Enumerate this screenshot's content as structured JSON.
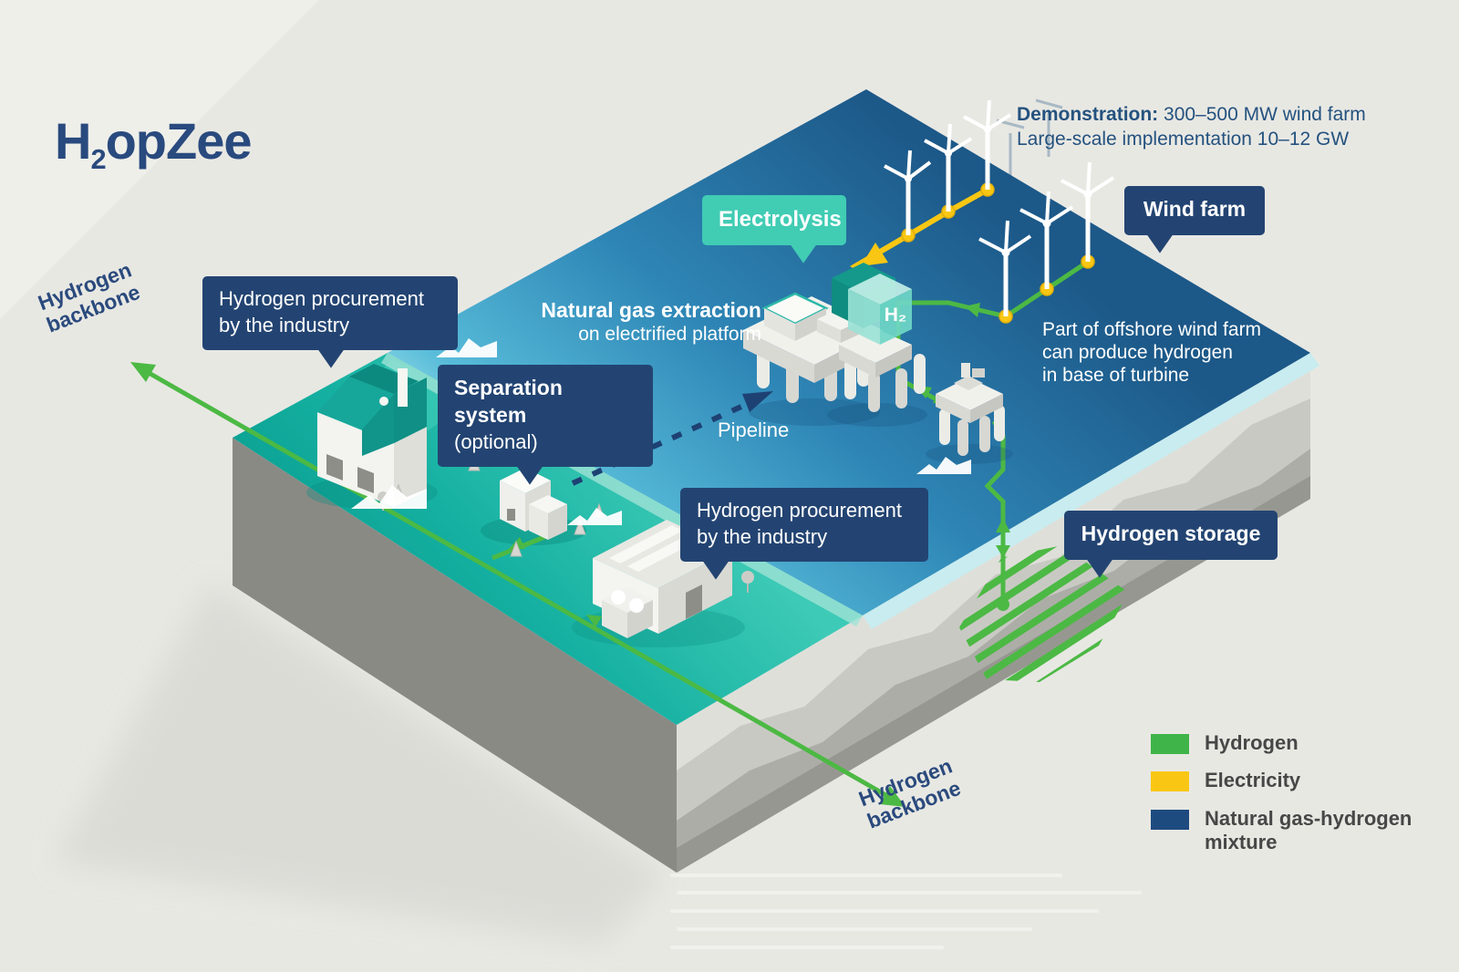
{
  "title": {
    "prefix": "H",
    "sub": "2",
    "suffix": "opZee"
  },
  "header": {
    "demonstration_label": "Demonstration:",
    "demonstration_value": " 300–500 MW wind farm",
    "line2": "Large-scale implementation 10–12 GW"
  },
  "bubbles": {
    "procurement_left": "Hydrogen procurement\nby the industry",
    "separation_title": "Separation system",
    "separation_sub": "(optional)",
    "procurement_right": "Hydrogen procurement\nby the industry",
    "wind_farm": "Wind farm",
    "hydrogen_storage": "Hydrogen storage",
    "electrolysis": "Electrolysis"
  },
  "scene": {
    "extraction_title": "Natural gas extraction",
    "extraction_sub": "on electrified platform",
    "pipeline": "Pipeline",
    "wind_note": "Part of offshore wind farm\ncan produce hydrogen\nin base of turbine",
    "backbone_top": "Hydrogen\nbackbone",
    "backbone_bottom": "Hydrogen\nbackbone",
    "h2_cube": "H₂"
  },
  "legend": {
    "items": [
      {
        "label": "Hydrogen",
        "color": "#3fb549"
      },
      {
        "label": "Electricity",
        "color": "#f9c713"
      },
      {
        "label": "Natural gas-hydrogen\nmixture",
        "color": "#1e4b7f"
      }
    ]
  },
  "colors": {
    "hydrogen_green": "#3fb549",
    "electricity_yellow": "#f9c713",
    "gas_mixture_navy": "#1e4b7f",
    "label_box_navy": "#234472",
    "electrolysis_teal": "#41ccb4",
    "sea_dark": "#1c5888",
    "sea_light": "#a5e3ea",
    "land_teal": "#12ab9d",
    "title_navy": "#294a7e"
  }
}
